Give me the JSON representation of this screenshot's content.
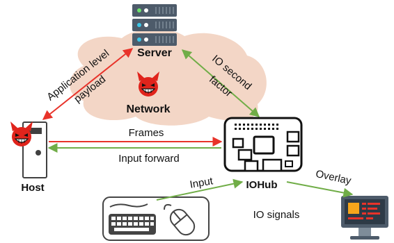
{
  "nodes": {
    "server": "Server",
    "network": "Network",
    "host": "Host",
    "iohub": "IOHub"
  },
  "edges": {
    "app_payload_line1": "Application level",
    "app_payload_line2": "payload",
    "io_factor_line1": "IO second",
    "io_factor_line2": "factor",
    "frames": "Frames",
    "input_forward": "Input forward",
    "input": "Input",
    "overlay": "Overlay",
    "io_signals": "IO signals"
  },
  "colors": {
    "red_arrow": "#e8332a",
    "green_arrow": "#70ad47",
    "network_cloud": "#f3d6c6",
    "devil": "#e0241c",
    "server_body": "#4d5b6a",
    "hub_outline": "#111111"
  },
  "icons": {
    "server": "server-rack-icon",
    "host": "host-pc-icon",
    "iohub": "raspberry-pi-board-icon",
    "keyboard_mouse": "keyboard-mouse-icon",
    "monitor": "monitor-icon",
    "attacker": "devil-face-icon"
  }
}
